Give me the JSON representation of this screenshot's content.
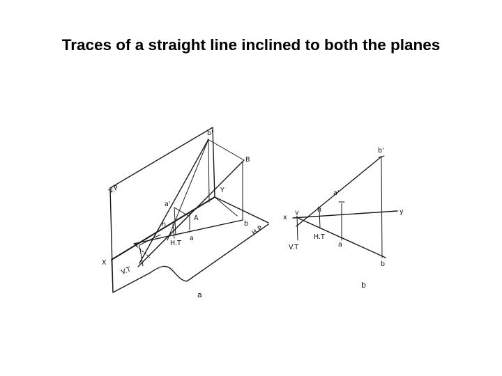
{
  "title": "Traces of a straight line inclined to both the planes",
  "figure_a": {
    "caption": "a",
    "labels": {
      "vp": "V.P",
      "hp": "H.P",
      "x": "X",
      "y": "Y",
      "b_prime": "b'",
      "a_prime": "a'",
      "big_b": "B",
      "big_a": "A",
      "h": "h",
      "v": "v",
      "ht": "H.T",
      "vt": "V.T",
      "a": "a",
      "b": "b"
    }
  },
  "figure_b": {
    "caption": "b",
    "labels": {
      "b_prime": "b'",
      "a_prime": "a'",
      "x": "x",
      "y": "y",
      "v": "v",
      "h": "h",
      "ht": "H.T",
      "vt": "V.T",
      "a": "a",
      "b": "b"
    }
  }
}
